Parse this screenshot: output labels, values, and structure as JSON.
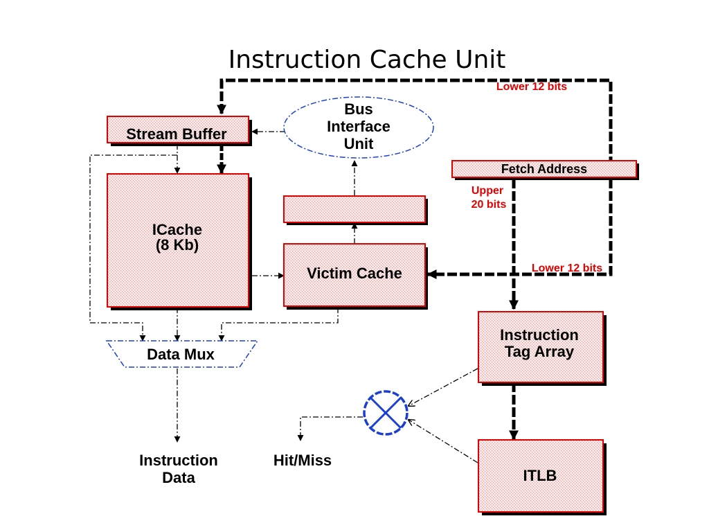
{
  "title": "Instruction Cache Unit",
  "colors": {
    "block_fill": "#f6dada",
    "block_border": "#e00000",
    "shadow": "#000000",
    "bus_ellipse": "#1a3fd0",
    "annotation_red": "#e00000"
  },
  "blocks": {
    "stream_buffer": "Stream Buffer",
    "bus_interface_line1": "Bus",
    "bus_interface_line2": "Interface",
    "bus_interface_line3": "Unit",
    "fetch_address": "Fetch Address",
    "icache_line1": "ICache",
    "icache_line2": "(8 Kb)",
    "victim_cache": "Victim Cache",
    "data_mux": "Data Mux",
    "tag_array_line1": "Instruction",
    "tag_array_line2": "Tag Array",
    "itlb": "ITLB"
  },
  "annotations": {
    "lower_bits_top": "Lower 12 bits",
    "upper_bits_line1": "Upper",
    "upper_bits_line2": "20 bits",
    "lower_bits_mid": "Lower 12 bits"
  },
  "outputs": {
    "instruction_data_line1": "Instruction",
    "instruction_data_line2": "Data",
    "hit_miss": "Hit/Miss"
  },
  "icons": {
    "comparator": "circled-x-comparator-icon"
  }
}
